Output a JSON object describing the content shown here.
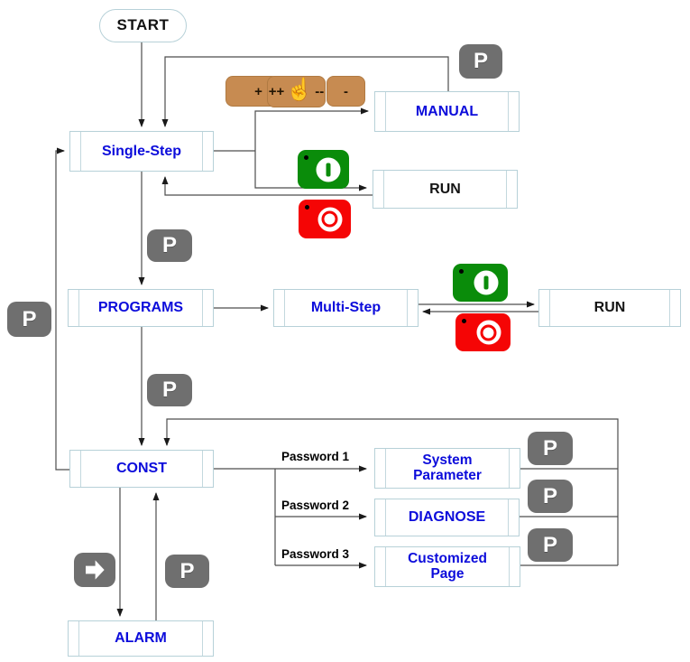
{
  "colors": {
    "node_text_blue": "#0c0cdb",
    "node_border_lightblue": "#b7d1d8",
    "p_button_gray": "#6f6f6f",
    "brown_button": "#c78b51",
    "start_key_green": "#0a8c0a",
    "stop_key_red": "#f50505",
    "connector_gray": "#4d4d4d"
  },
  "nodes": {
    "start": {
      "label": "START"
    },
    "single_step": {
      "label": "Single-Step"
    },
    "manual": {
      "label": "MANUAL"
    },
    "run_single": {
      "label": "RUN"
    },
    "programs": {
      "label": "PROGRAMS"
    },
    "multi_step": {
      "label": "Multi-Step"
    },
    "run_multi": {
      "label": "RUN"
    },
    "const": {
      "label": "CONST"
    },
    "system_parameter": {
      "label": "System Parameter"
    },
    "diagnose": {
      "label": "DIAGNOSE"
    },
    "customized_page": {
      "label": "Customized Page"
    },
    "alarm": {
      "label": "ALARM"
    }
  },
  "buttons": {
    "p": "P",
    "plus": "+",
    "plus_plus": "++",
    "minus_minus": "--",
    "minus": "-"
  },
  "icons": {
    "hand": "☝"
  },
  "labels": {
    "password1": "Password 1",
    "password2": "Password 2",
    "password3": "Password 3"
  }
}
